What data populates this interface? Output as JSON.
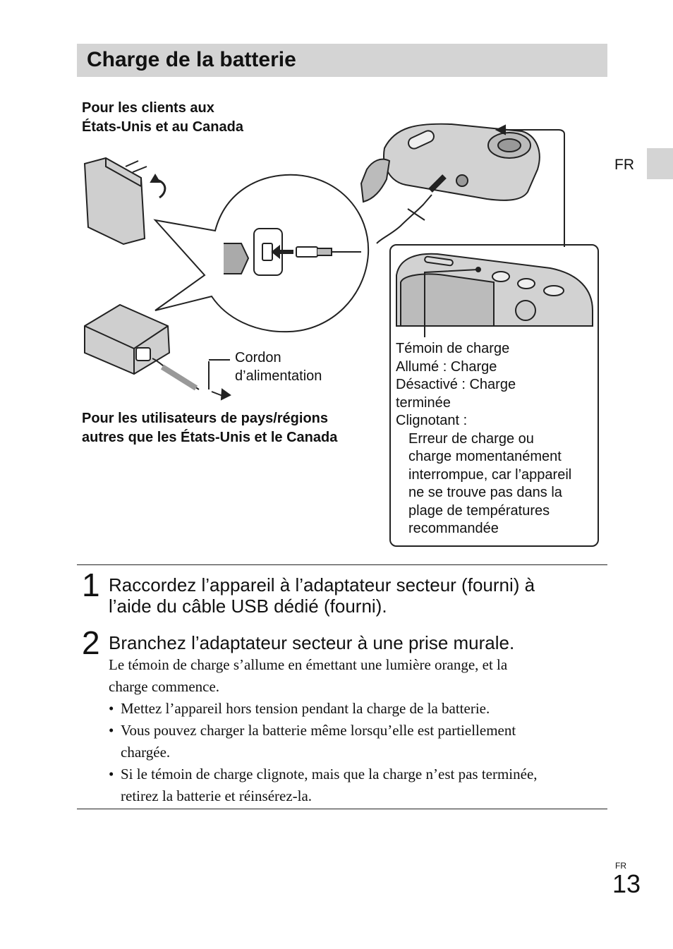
{
  "header": {
    "title": "Charge de la batterie",
    "lang_tab": "FR"
  },
  "figure": {
    "us_caption_line1": "Pour les clients aux",
    "us_caption_line2": "États-Unis et au Canada",
    "cord_label_line1": "Cordon",
    "cord_label_line2": "d’alimentation",
    "other_caption_line1": "Pour les utilisateurs de pays/régions",
    "other_caption_line2": "autres que les États-Unis et le Canada",
    "indicator": {
      "l1": "Témoin de charge",
      "l2": "Allumé : Charge",
      "l3": "Désactivé : Charge",
      "l4": "terminée",
      "l5": "Clignotant :",
      "l6": "Erreur de charge ou",
      "l7": "charge momentanément",
      "l8": "interrompue, car l’appareil",
      "l9": "ne se trouve pas dans la",
      "l10": "plage de températures",
      "l11": "recommandée"
    }
  },
  "steps": [
    {
      "number": "1",
      "line1": "Raccordez l’appareil à l’adaptateur secteur (fourni) à",
      "line2": "l’aide du câble USB dédié (fourni)."
    },
    {
      "number": "2",
      "line1": "Branchez l’adaptateur secteur à une prise murale.",
      "body_line1": "Le témoin de charge s’allume en émettant une lumière orange, et la",
      "body_line2": "charge commence.",
      "bullet_mark": "•",
      "bullets": [
        {
          "l1": "Mettez l’appareil hors tension pendant la charge de la batterie."
        },
        {
          "l1": "Vous pouvez charger la batterie même lorsqu’elle est partiellement",
          "l2": "chargée."
        },
        {
          "l1": "Si le témoin de charge clignote, mais que la charge n’est pas terminée,",
          "l2": "retirez la batterie et réinsérez-la."
        }
      ]
    }
  ],
  "footer": {
    "page_lang": "FR",
    "page_number": "13"
  }
}
